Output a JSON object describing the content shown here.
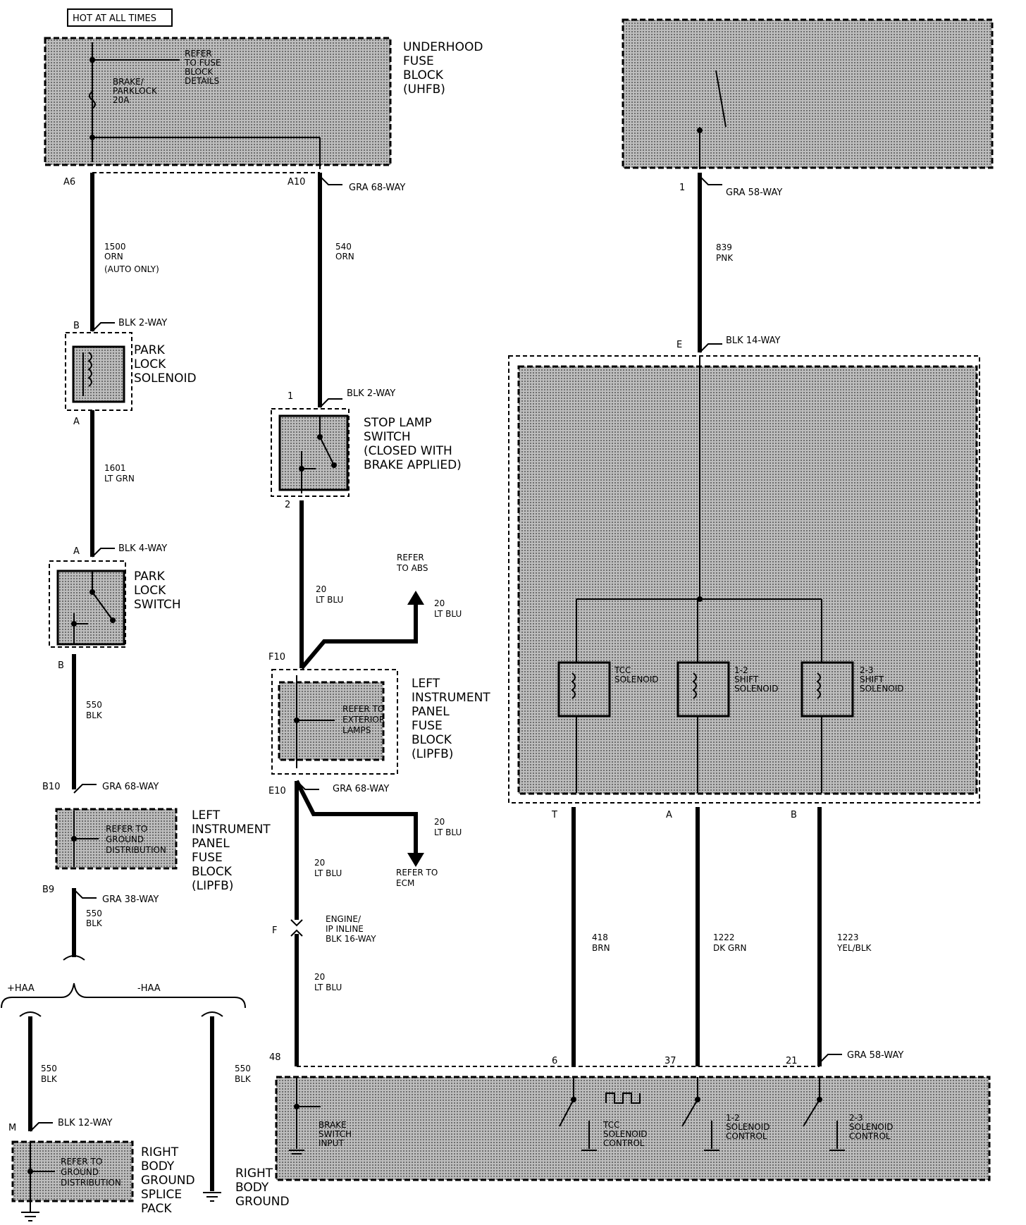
{
  "header": {
    "hot_label": "HOT AT ALL TIMES"
  },
  "uhfb": {
    "name": [
      "UNDERHOOD",
      "FUSE",
      "BLOCK",
      "(UHFB)"
    ],
    "fuse_label": [
      "BRAKE/",
      "PARKLOCK",
      "20A"
    ],
    "refer_label": [
      "REFER",
      "TO FUSE",
      "BLOCK",
      "DETAILS"
    ]
  },
  "wires": {
    "w1500": {
      "pin_top": "A6",
      "num": "1500",
      "color": "ORN",
      "note": "(AUTO ONLY)"
    },
    "w540": {
      "pin_top": "A10",
      "connector": "GRA 68-WAY",
      "num": "540",
      "color": "ORN"
    },
    "w839": {
      "pin_top": "1",
      "connector": "GRA 58-WAY",
      "num": "839",
      "color": "PNK"
    },
    "w1601": {
      "num": "1601",
      "color": "LT GRN"
    },
    "w550a": {
      "num": "550",
      "color": "BLK"
    },
    "w550b": {
      "num": "550",
      "color": "BLK"
    },
    "w550c": {
      "num": "550",
      "color": "BLK"
    },
    "w550d": {
      "num": "550",
      "color": "BLK"
    },
    "w20a": {
      "num": "20",
      "color": "LT BLU"
    },
    "w20abs": {
      "num": "20",
      "color": "LT BLU"
    },
    "w20ecm": {
      "num": "20",
      "color": "LT BLU"
    },
    "w20b": {
      "num": "20",
      "color": "LT BLU"
    },
    "w20c": {
      "num": "20",
      "color": "LT BLU"
    },
    "w418": {
      "num": "418",
      "color": "BRN"
    },
    "w1222": {
      "num": "1222",
      "color": "DK GRN"
    },
    "w1223": {
      "num": "1223",
      "color": "YEL/BLK"
    }
  },
  "connectors": {
    "pls_top": {
      "pin": "B",
      "label": "BLK 2-WAY"
    },
    "pls_bot": {
      "pin": "A"
    },
    "sls_top": {
      "pin": "1",
      "label": "BLK 2-WAY"
    },
    "sls_bot": {
      "pin": "2"
    },
    "psw_top": {
      "pin": "A",
      "label": "BLK 4-WAY"
    },
    "psw_bot": {
      "pin": "B"
    },
    "lipfb_a_top": {
      "pin": "B10",
      "label": "GRA 68-WAY"
    },
    "lipfb_a_bot": {
      "pin": "B9",
      "label": "GRA 38-WAY"
    },
    "lipfb_b_top": {
      "pin": "F10"
    },
    "lipfb_b_bot": {
      "pin": "E10",
      "label": "GRA 68-WAY"
    },
    "trans_top": {
      "pin": "E",
      "label": "BLK 14-WAY"
    },
    "inline": {
      "pin": "F",
      "label": [
        "ENGINE/",
        "IP INLINE",
        "BLK 16-WAY"
      ]
    },
    "blk12": {
      "pin": "M",
      "label": "BLK 12-WAY"
    },
    "trans_pins": {
      "t": "T",
      "a": "A",
      "b": "B"
    },
    "ecm_pins": {
      "p48": "48",
      "p6": "6",
      "p37": "37",
      "p21": "21",
      "label": "GRA 58-WAY"
    }
  },
  "components": {
    "park_lock_solenoid": [
      "PARK",
      "LOCK",
      "SOLENOID"
    ],
    "stop_lamp_switch": [
      "STOP LAMP",
      "SWITCH",
      "(CLOSED WITH",
      "BRAKE APPLIED)"
    ],
    "park_lock_switch": [
      "PARK",
      "LOCK",
      "SWITCH"
    ],
    "lipfb_left": [
      "LEFT",
      "INSTRUMENT",
      "PANEL",
      "FUSE",
      "BLOCK",
      "(LIPFB)"
    ],
    "lipfb_right": [
      "LEFT",
      "INSTRUMENT",
      "PANEL",
      "FUSE",
      "BLOCK",
      "(LIPFB)"
    ],
    "refer_ground_dist": [
      "REFER TO",
      "GROUND",
      "DISTRIBUTION"
    ],
    "refer_ext_lamps": [
      "REFER TO",
      "EXTERIOR",
      "LAMPS"
    ],
    "refer_abs": [
      "REFER",
      "TO ABS"
    ],
    "refer_ecm": [
      "REFER TO",
      "ECM"
    ],
    "haa_plus": "+HAA",
    "haa_minus": "-HAA",
    "rbgsp": [
      "RIGHT",
      "BODY",
      "GROUND",
      "SPLICE",
      "PACK"
    ],
    "rbgsp_refer": [
      "REFER TO",
      "GROUND",
      "DISTRIBUTION"
    ],
    "right_body_ground": [
      "RIGHT",
      "BODY",
      "GROUND"
    ],
    "solenoids": {
      "tcc": [
        "TCC",
        "SOLENOID"
      ],
      "s12": [
        "1-2",
        "SHIFT",
        "SOLENOID"
      ],
      "s23": [
        "2-3",
        "SHIFT",
        "SOLENOID"
      ]
    },
    "ecm_labels": {
      "brake": [
        "BRAKE",
        "SWITCH",
        "INPUT"
      ],
      "tcc": [
        "TCC",
        "SOLENOID",
        "CONTROL"
      ],
      "s12": [
        "1-2",
        "SOLENOID",
        "CONTROL"
      ],
      "s23": [
        "2-3",
        "SOLENOID",
        "CONTROL"
      ]
    }
  }
}
